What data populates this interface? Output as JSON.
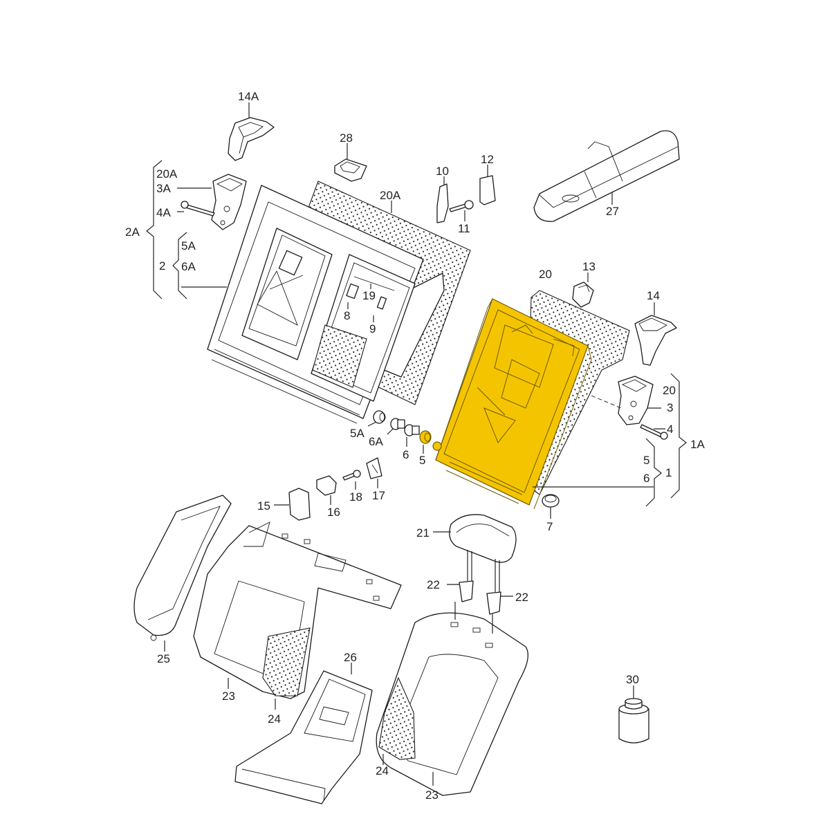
{
  "diagram": {
    "highlight_color": "#f5c400",
    "labels": {
      "l14A": "14A",
      "l28": "28",
      "l12": "12",
      "l10": "10",
      "l11": "11",
      "l20A_top": "20A",
      "l27": "27",
      "l20A_left": "20A",
      "l3A": "3A",
      "l4A": "4A",
      "l2A": "2A",
      "l5A_brace": "5A",
      "l6A_brace": "6A",
      "l2": "2",
      "l8": "8",
      "l9": "9",
      "l19": "19",
      "l20": "20",
      "l13": "13",
      "l14": "14",
      "l20_right": "20",
      "l3": "3",
      "l4": "4",
      "l1A": "1A",
      "l5_right": "5",
      "l6_right": "6",
      "l1": "1",
      "l5A": "5A",
      "l6A": "6A",
      "l6": "6",
      "l5": "5",
      "l7": "7",
      "l15": "15",
      "l16": "16",
      "l18": "18",
      "l17": "17",
      "l21": "21",
      "l22_left": "22",
      "l22_right": "22",
      "l25": "25",
      "l23_left": "23",
      "l24_left": "24",
      "l26": "26",
      "l24_right": "24",
      "l23_right": "23",
      "l30": "30"
    }
  }
}
